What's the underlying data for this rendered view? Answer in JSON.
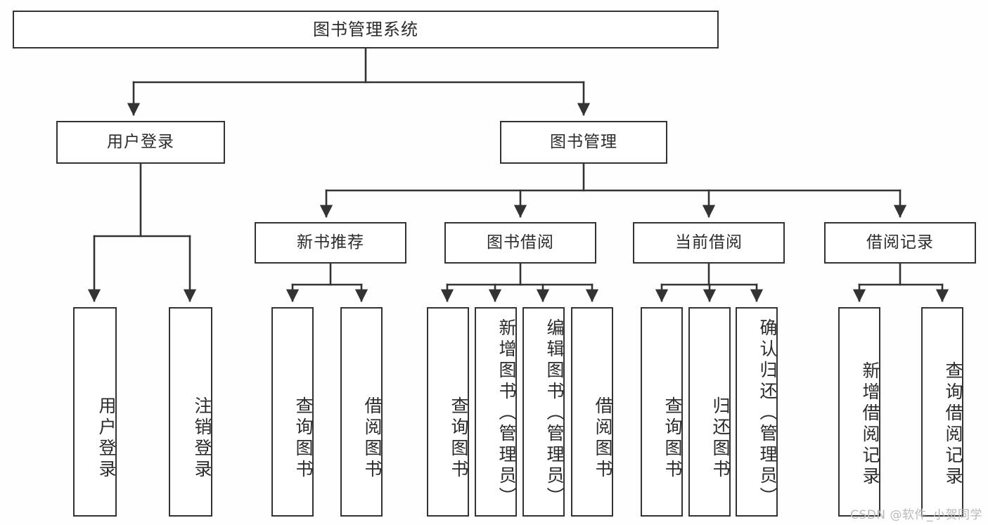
{
  "diagram": {
    "title": "图书管理系统",
    "type": "tree",
    "colors": {
      "stroke": "#333333",
      "node_fill": "#ffffff",
      "background": "#fefefe",
      "text": "#2b2b2b",
      "watermark": "#b9b9b9"
    },
    "root": {
      "label": "图书管理系统"
    },
    "level2": [
      {
        "label": "用户登录"
      },
      {
        "label": "图书管理"
      }
    ],
    "level3": [
      {
        "label": "新书推荐"
      },
      {
        "label": "图书借阅"
      },
      {
        "label": "当前借阅"
      },
      {
        "label": "借阅记录"
      }
    ],
    "leaves": [
      {
        "label": "用户登录",
        "parent": "用户登录"
      },
      {
        "label": "注销登录",
        "parent": "用户登录"
      },
      {
        "label": "查询图书",
        "parent": "新书推荐"
      },
      {
        "label": "借阅图书",
        "parent": "新书推荐"
      },
      {
        "label": "查询图书",
        "parent": "图书借阅"
      },
      {
        "label": "新增图书（管理员）",
        "parent": "图书借阅"
      },
      {
        "label": "编辑图书（管理员）",
        "parent": "图书借阅"
      },
      {
        "label": "借阅图书",
        "parent": "图书借阅"
      },
      {
        "label": "查询图书",
        "parent": "当前借阅"
      },
      {
        "label": "归还图书",
        "parent": "当前借阅"
      },
      {
        "label": "确认归还（管理员）",
        "parent": "当前借阅"
      },
      {
        "label": "新增借阅记录",
        "parent": "借阅记录"
      },
      {
        "label": "查询借阅记录",
        "parent": "借阅记录"
      }
    ]
  },
  "watermark": {
    "text": "CSDN @软件_小贺同学"
  }
}
